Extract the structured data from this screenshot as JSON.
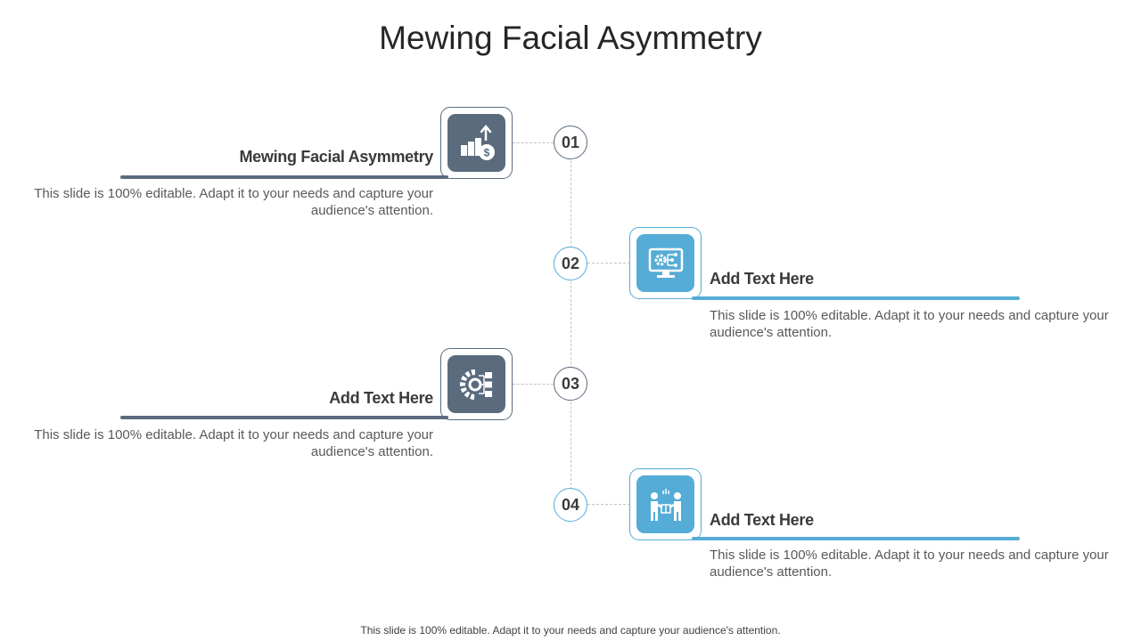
{
  "title": "Mewing Facial Asymmetry",
  "colors": {
    "dark": "#5a6b7e",
    "light": "#55acd6",
    "connector": "#c4c4c4"
  },
  "steps": [
    {
      "number": "01",
      "heading": "Mewing Facial Asymmetry",
      "description": "This slide is 100% editable. Adapt it to your needs and capture your audience's attention.",
      "icon": "money-growth-chart-icon",
      "side": "left",
      "tone": "dark"
    },
    {
      "number": "02",
      "heading": "Add Text Here",
      "description": "This slide is 100% editable. Adapt it to your needs and capture your audience's attention.",
      "icon": "monitor-gear-network-icon",
      "side": "right",
      "tone": "light"
    },
    {
      "number": "03",
      "heading": "Add Text Here",
      "description": "This slide is 100% editable. Adapt it to your needs and capture your audience's attention.",
      "icon": "gear-checklist-icon",
      "side": "left",
      "tone": "dark"
    },
    {
      "number": "04",
      "heading": "Add Text Here",
      "description": "This slide is 100% editable. Adapt it to your needs and capture your audience's attention.",
      "icon": "people-handshake-icon",
      "side": "right",
      "tone": "light"
    }
  ],
  "footer": "This slide is 100% editable. Adapt it to your needs and capture your audience's attention."
}
